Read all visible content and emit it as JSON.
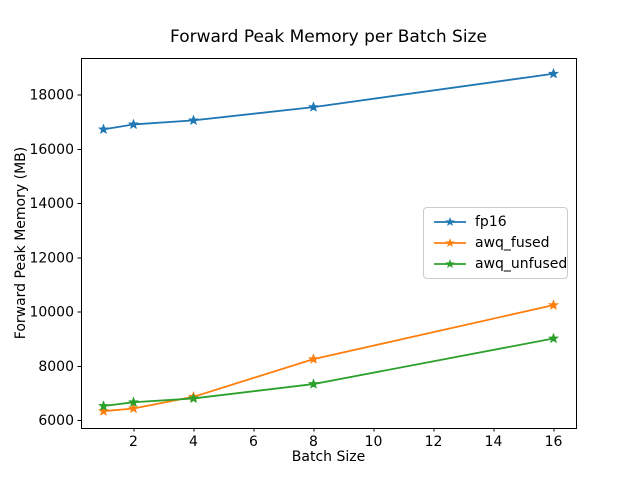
{
  "chart_data": {
    "type": "line",
    "title": "Forward Peak Memory per Batch Size",
    "xlabel": "Batch Size",
    "ylabel": "Forward Peak Memory (MB)",
    "x": [
      1,
      2,
      4,
      8,
      16
    ],
    "series": [
      {
        "name": "fp16",
        "color": "#1f77b4",
        "marker": "star",
        "values": [
          16720,
          16900,
          17050,
          17540,
          18770
        ]
      },
      {
        "name": "awq_fused",
        "color": "#ff7f0e",
        "marker": "star",
        "values": [
          6330,
          6430,
          6860,
          8250,
          10240
        ]
      },
      {
        "name": "awq_unfused",
        "color": "#2ca02c",
        "marker": "star",
        "values": [
          6520,
          6660,
          6800,
          7330,
          9010
        ]
      }
    ],
    "xticks": [
      2,
      4,
      6,
      8,
      10,
      12,
      14,
      16
    ],
    "yticks": [
      6000,
      8000,
      10000,
      12000,
      14000,
      16000,
      18000
    ],
    "xlim": [
      0.25,
      16.75
    ],
    "ylim": [
      5710,
      19350
    ],
    "grid": false,
    "legend_position": "center-right-inside",
    "colors": {
      "background": "#ffffff",
      "spine": "#000000",
      "tick": "#000000",
      "legend_border": "#cccccc"
    }
  }
}
